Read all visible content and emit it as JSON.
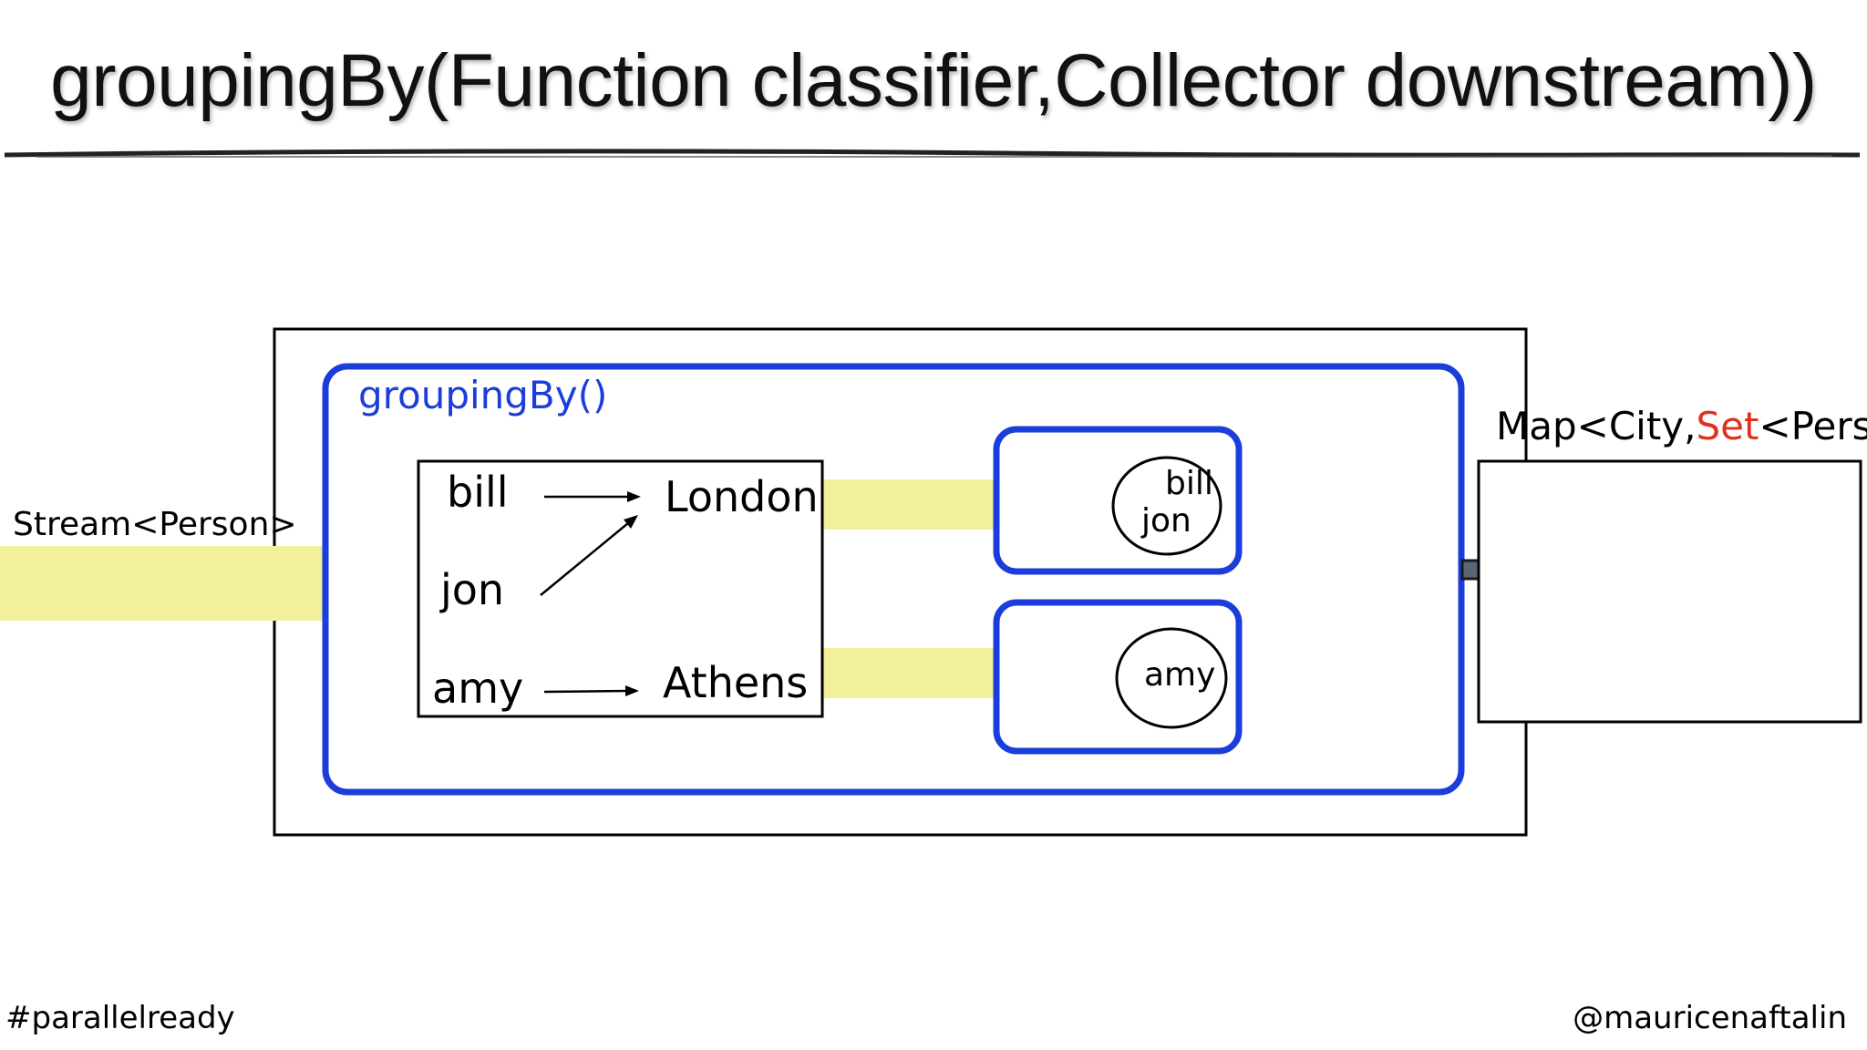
{
  "title": "groupingBy(Function classifier,Collector downstream))",
  "diagram": {
    "input_label": "Stream<Person>",
    "collector_label": "groupingBy()",
    "classifier": {
      "keys": [
        "bill",
        "jon",
        "amy"
      ],
      "cities": [
        "London",
        "Athens"
      ]
    },
    "buckets": [
      {
        "names": [
          "bill",
          "jon"
        ]
      },
      {
        "names": [
          "amy"
        ]
      }
    ],
    "output_label": {
      "prefix": "Map<City,",
      "highlight": "Set",
      "suffix": "<Person>"
    },
    "colors": {
      "flow": "#f2f09a",
      "collector_border": "#1a3ddb",
      "highlight": "#e0301e",
      "arrow_fill": "#5a6578"
    }
  },
  "footer": {
    "hashtag": "#parallelready",
    "handle": "@mauricenaftalin"
  }
}
